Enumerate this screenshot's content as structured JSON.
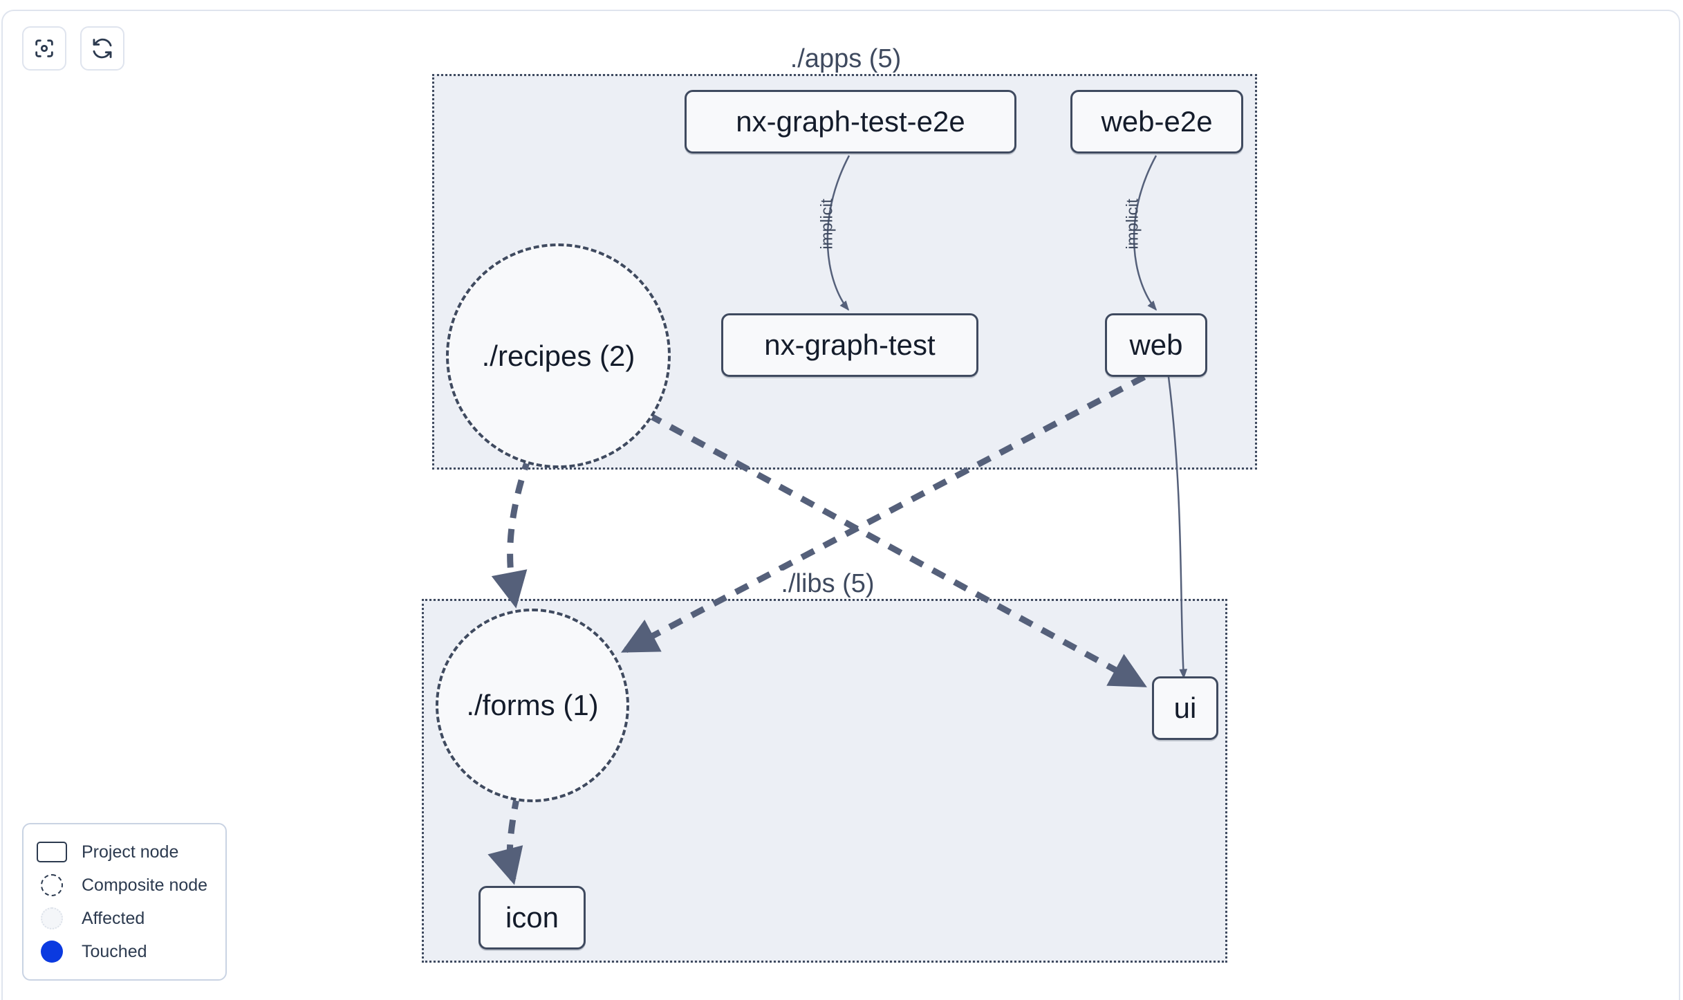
{
  "toolbar": {
    "buttons": [
      {
        "name": "focus-graph-button",
        "icon": "focus-target-icon",
        "label": ""
      },
      {
        "name": "refresh-graph-button",
        "icon": "refresh-icon",
        "label": ""
      }
    ]
  },
  "graph": {
    "groups": [
      {
        "id": "apps",
        "label": "./apps (5)"
      },
      {
        "id": "libs",
        "label": "./libs (5)"
      }
    ],
    "nodes": [
      {
        "id": "nx-graph-test-e2e",
        "label": "nx-graph-test-e2e",
        "type": "project",
        "group": "apps"
      },
      {
        "id": "web-e2e",
        "label": "web-e2e",
        "type": "project",
        "group": "apps"
      },
      {
        "id": "nx-graph-test",
        "label": "nx-graph-test",
        "type": "project",
        "group": "apps"
      },
      {
        "id": "web",
        "label": "web",
        "type": "project",
        "group": "apps"
      },
      {
        "id": "recipes",
        "label": "./recipes (2)",
        "type": "composite",
        "group": "apps"
      },
      {
        "id": "forms",
        "label": "./forms (1)",
        "type": "composite",
        "group": "libs"
      },
      {
        "id": "ui",
        "label": "ui",
        "type": "project",
        "group": "libs"
      },
      {
        "id": "icon",
        "label": "icon",
        "type": "project",
        "group": "libs"
      }
    ],
    "edges": [
      {
        "from": "nx-graph-test-e2e",
        "to": "nx-graph-test",
        "label": "implicit",
        "style": "solid"
      },
      {
        "from": "web-e2e",
        "to": "web",
        "label": "implicit",
        "style": "solid"
      },
      {
        "from": "web",
        "to": "forms",
        "label": "",
        "style": "dashed"
      },
      {
        "from": "recipes",
        "to": "ui",
        "label": "",
        "style": "dashed"
      },
      {
        "from": "recipes",
        "to": "forms",
        "label": "",
        "style": "dashed"
      },
      {
        "from": "web",
        "to": "ui",
        "label": "",
        "style": "solid"
      },
      {
        "from": "forms",
        "to": "icon",
        "label": "",
        "style": "dashed"
      }
    ]
  },
  "legend": {
    "items": [
      {
        "swatch": "project-node-swatch",
        "label": "Project node"
      },
      {
        "swatch": "composite-node-swatch",
        "label": "Composite node"
      },
      {
        "swatch": "affected-swatch",
        "label": "Affected"
      },
      {
        "swatch": "touched-swatch",
        "label": "Touched"
      }
    ]
  },
  "colors": {
    "group_fill": "#eceff5",
    "group_border": "#3f4a5f",
    "node_fill": "#f8f9fb",
    "node_border": "#3f4a5f",
    "node_text": "#141c2b",
    "edge": "#55607a",
    "touched": "#0b3ae0",
    "frame_border": "#dfe4ee"
  }
}
